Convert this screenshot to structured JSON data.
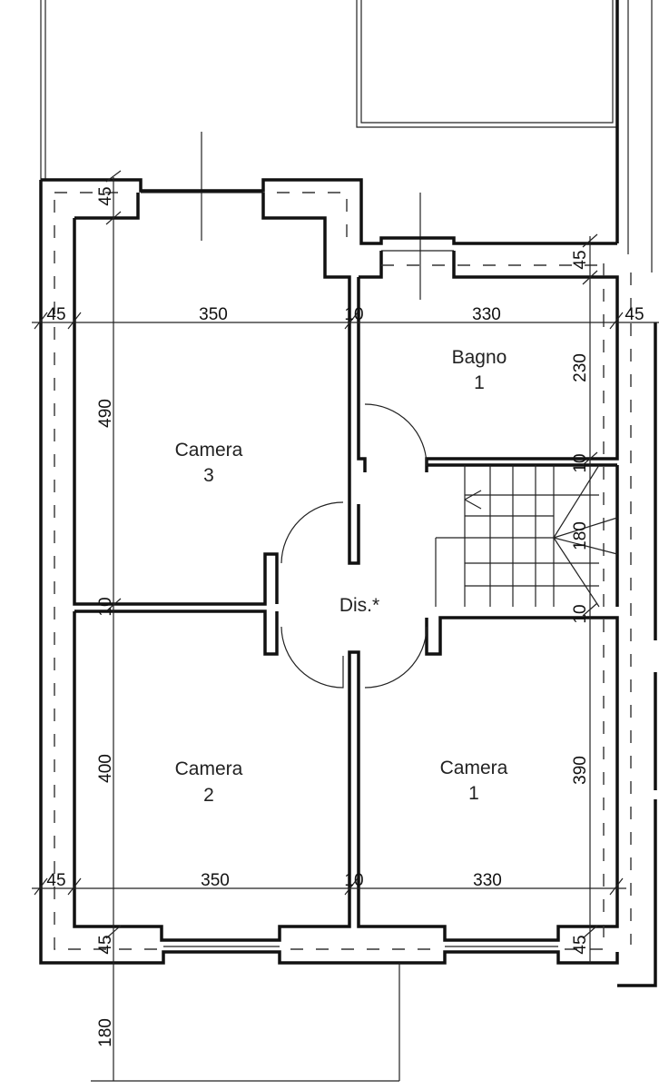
{
  "rooms": {
    "camera3": {
      "name": "Camera",
      "number": "3"
    },
    "bagno1": {
      "name": "Bagno",
      "number": "1"
    },
    "disimpegno": {
      "name": "Dis.*"
    },
    "camera2": {
      "name": "Camera",
      "number": "2"
    },
    "camera1": {
      "name": "Camera",
      "number": "1"
    }
  },
  "dimensions": {
    "top_left_wall": "45",
    "top_wall_left_outer": "45",
    "camera3_width": "350",
    "partition_top": "10",
    "bagno_width": "330",
    "top_wall_right_outer": "45",
    "bagno_wall_top": "45",
    "bagno_depth": "230",
    "camera3_depth": "490",
    "stair_wall_top": "10",
    "stair_depth": "180",
    "stair_wall_bottom": "10",
    "left_partition": "10",
    "camera2_depth": "400",
    "camera1_depth": "390",
    "bottom_wall_left_outer": "45",
    "camera2_width": "350",
    "partition_bottom": "10",
    "camera1_width": "330",
    "bottom_left_wall": "45",
    "bottom_right_wall": "45",
    "balcony_depth": "180"
  }
}
